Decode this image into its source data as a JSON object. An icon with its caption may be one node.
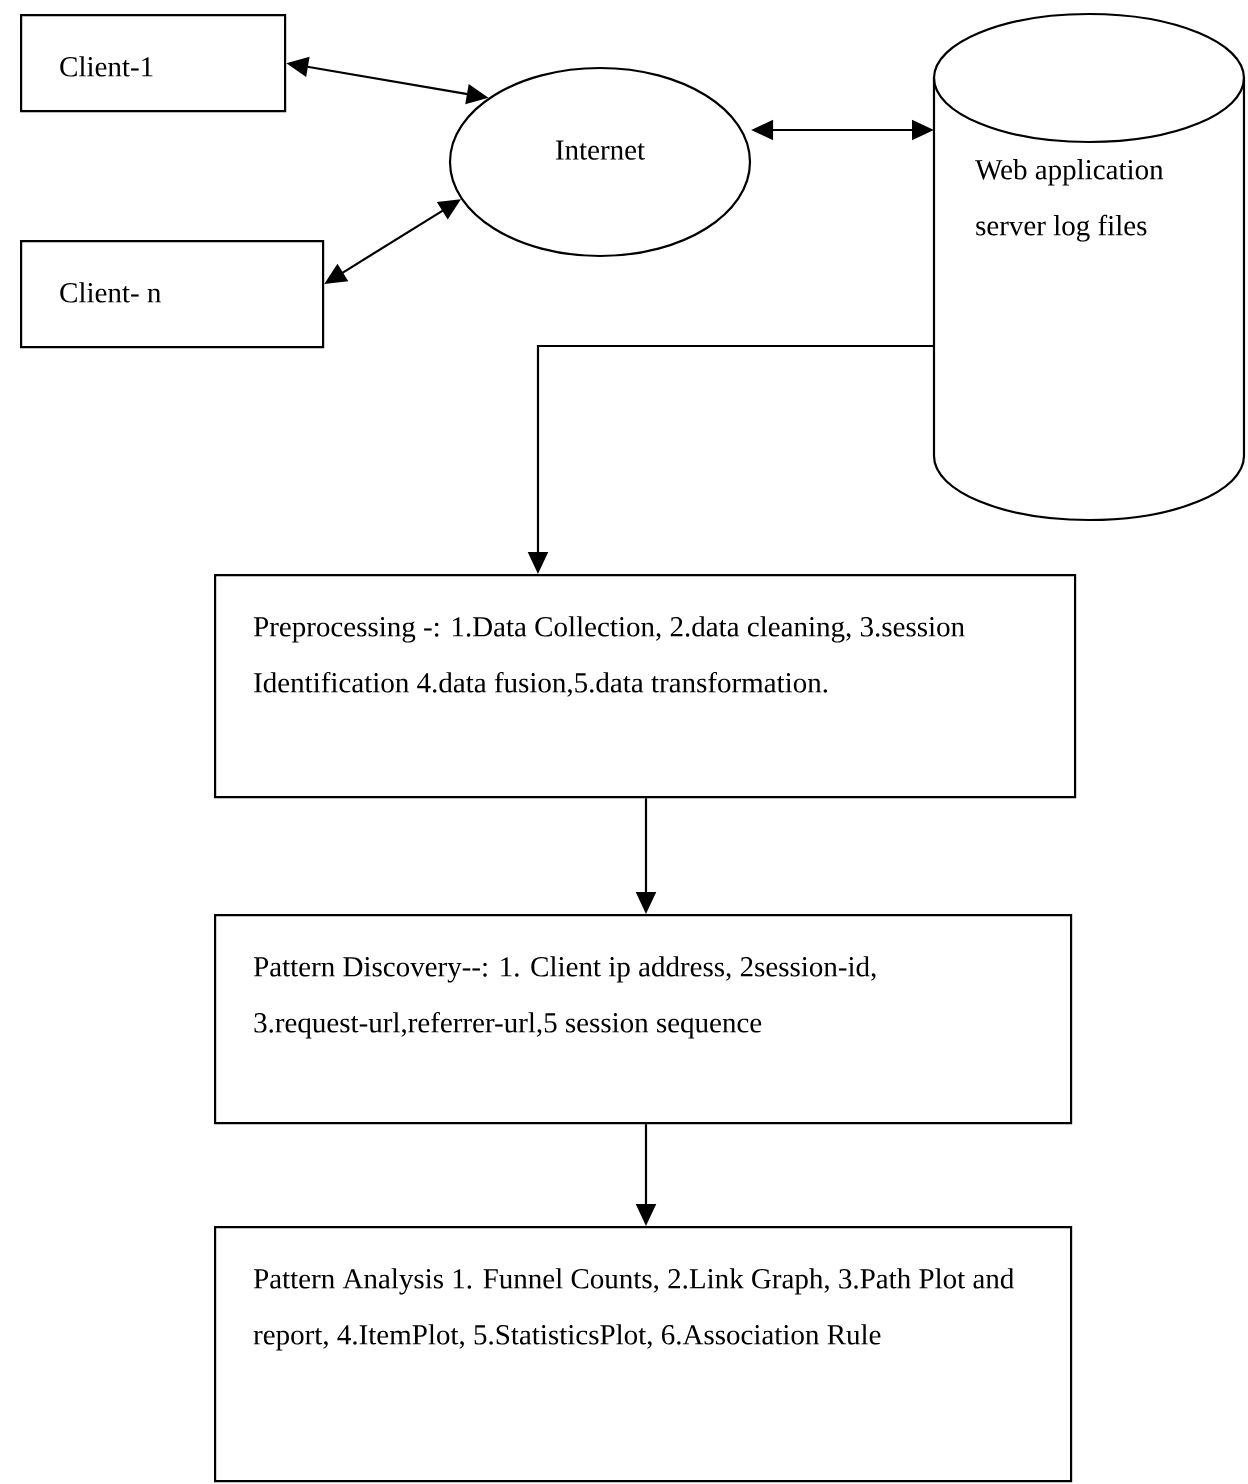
{
  "diagram": {
    "nodes": [
      {
        "text": [
          "Client-1"
        ]
      },
      {
        "text": [
          "Client- n"
        ]
      },
      {
        "text": [
          "Internet"
        ]
      },
      {
        "text": [
          "Web application server log files"
        ]
      },
      {
        "text": [
          "Preprocessing -:   1.Data Collection, 2.data cleaning, 3.session Identification 4.data fusion,5.data transformation."
        ]
      },
      {
        "text": [
          "Pattern Discovery--: 1. Client ip address, 2session-id, 3.request-url,referrer-url,5 session sequence"
        ]
      },
      {
        "text": [
          "Pattern Analysis 1. Funnel Counts, 2.Link Graph, 3.Path Plot and report, 4.ItemPlot, 5.StatisticsPlot, 6.Association Rule"
        ]
      }
    ],
    "edges": [
      {
        "from": 0,
        "to": 2,
        "arrow": "both"
      },
      {
        "from": 1,
        "to": 2,
        "arrow": "both"
      },
      {
        "from": 2,
        "to": 3,
        "arrow": "both"
      },
      {
        "from": 3,
        "to": 4,
        "arrow": "to"
      },
      {
        "from": 4,
        "to": 5,
        "arrow": "to"
      },
      {
        "from": 5,
        "to": 6,
        "arrow": "to"
      }
    ]
  }
}
